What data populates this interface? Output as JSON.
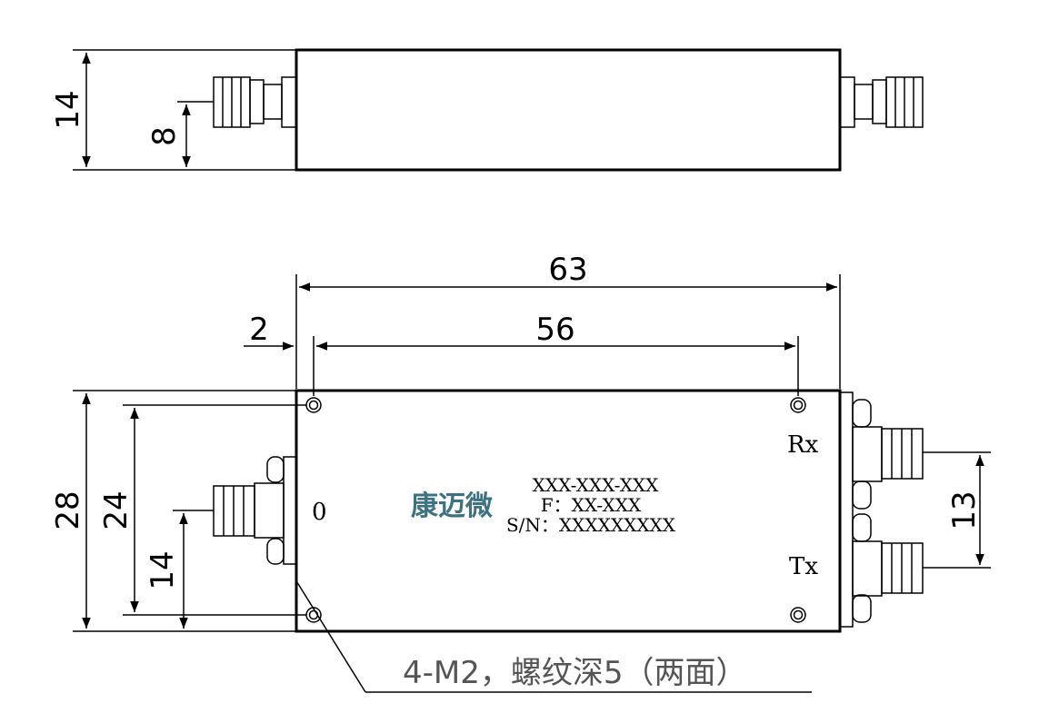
{
  "dimensions": {
    "side_height": "14",
    "side_port_height": "8",
    "length_total": "63",
    "length_holes": "56",
    "offset": "2",
    "height_total": "28",
    "height_holes": "24",
    "left_port_height": "14",
    "right_port_spacing": "13"
  },
  "ports": {
    "left": "0",
    "rx": "Rx",
    "tx": "Tx"
  },
  "nameplate": {
    "logo": "康迈微",
    "model": "XXX-XXX-XXX",
    "frequency": "F：XX-XXX",
    "serial": "S/N：XXXXXXXXX"
  },
  "callout": "4-M2，螺纹深5（两面）",
  "colors": {
    "line": "#000000",
    "logo": "#3d7282",
    "callout": "#555555"
  }
}
